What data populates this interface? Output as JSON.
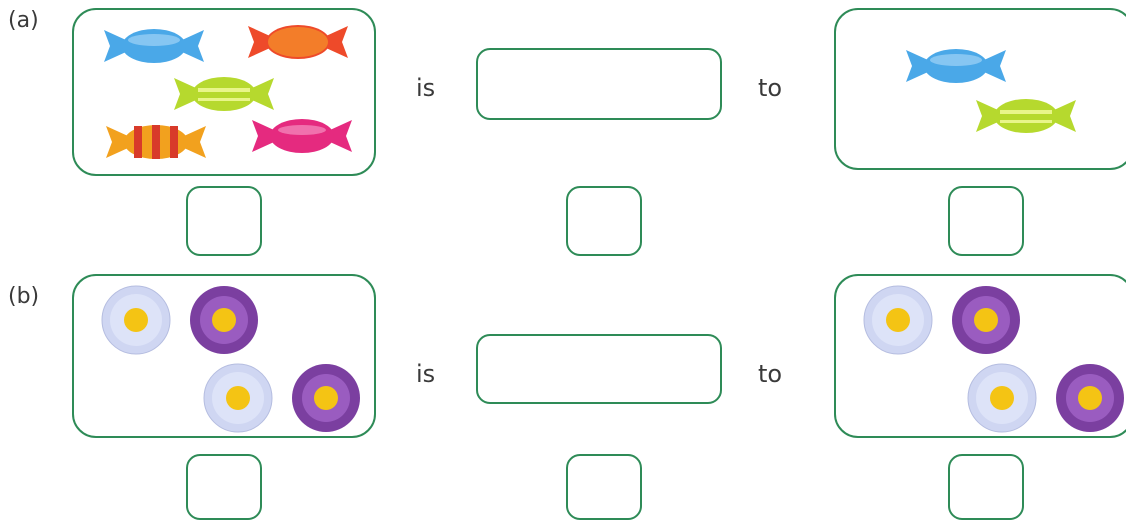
{
  "rows": [
    {
      "label": "(a)",
      "word_is": "is",
      "word_to": "to",
      "left_items": [
        "blue-candy",
        "red-candy",
        "green-candy",
        "striped-candy",
        "pink-candy"
      ],
      "right_items": [
        "blue-candy",
        "green-candy"
      ]
    },
    {
      "label": "(b)",
      "word_is": "is",
      "word_to": "to",
      "left_items": [
        "white-flower",
        "purple-flower",
        "white-flower",
        "purple-flower"
      ],
      "right_items": [
        "white-flower",
        "purple-flower",
        "white-flower",
        "purple-flower"
      ]
    }
  ],
  "colors": {
    "border": "#2e8b57",
    "candy_blue": "#4aa8e8",
    "candy_red": "#ee4a2a",
    "candy_green": "#b6d92e",
    "candy_pink": "#e52a7f",
    "candy_stripe_a": "#f2a11e",
    "candy_stripe_b": "#d83a2a",
    "flower_white": "#cfd6f2",
    "flower_purple": "#7b3fa0",
    "flower_center": "#f4c414"
  }
}
